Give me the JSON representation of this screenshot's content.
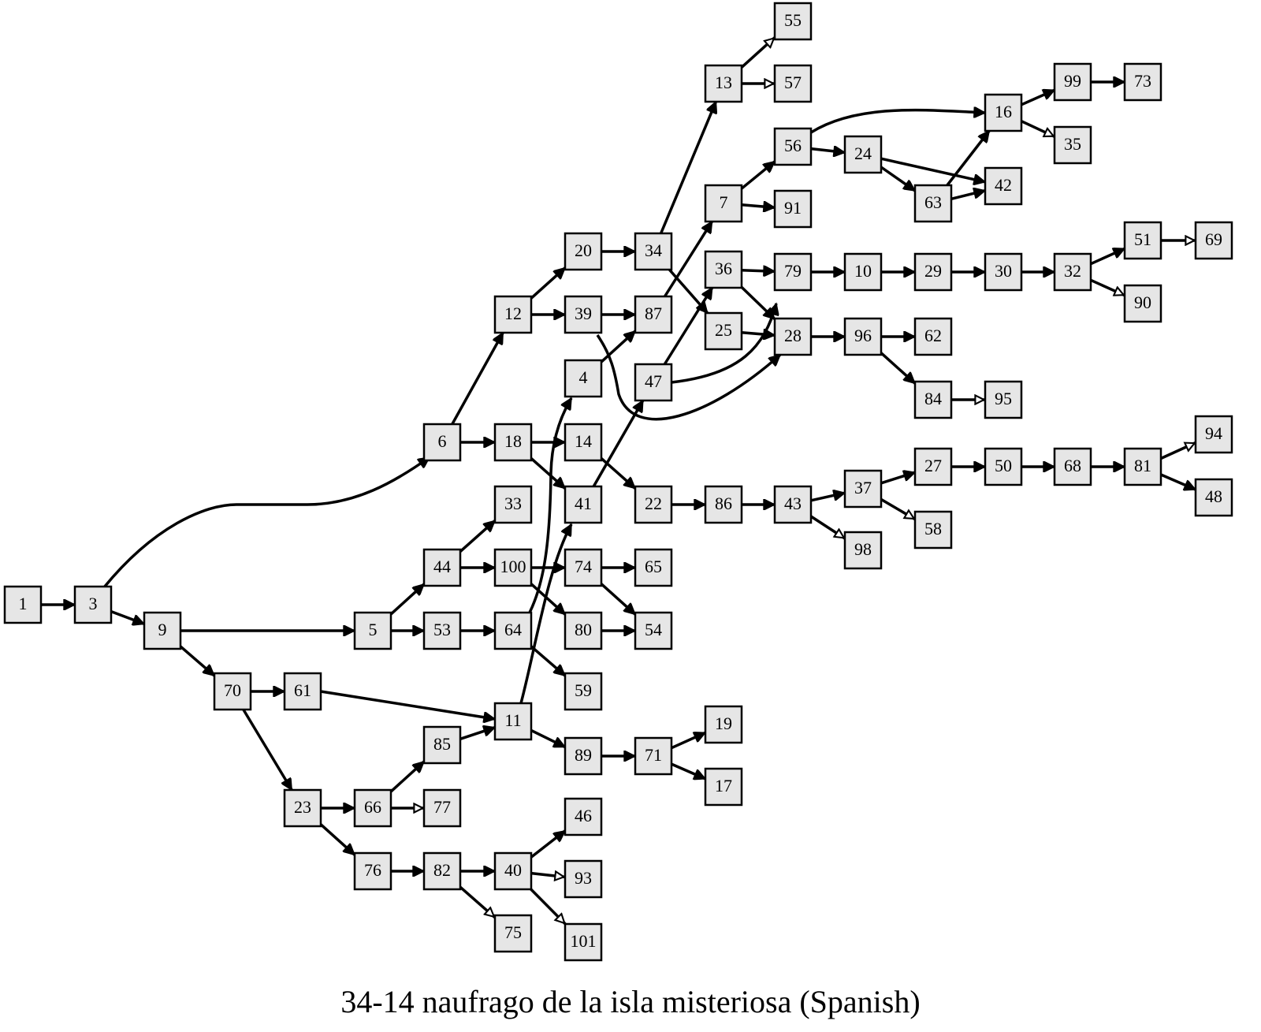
{
  "caption": "34-14 naufrago de la isla misteriosa (Spanish)",
  "colors": {
    "node_fill": "#e6e6e6",
    "stroke": "#000000",
    "open_arrow_fill": "#ffffff"
  },
  "nodes": [
    "1",
    "3",
    "9",
    "6",
    "70",
    "5",
    "61",
    "23",
    "12",
    "18",
    "44",
    "53",
    "66",
    "76",
    "20",
    "39",
    "14",
    "41",
    "33",
    "100",
    "64",
    "85",
    "82",
    "11",
    "77",
    "4",
    "34",
    "87",
    "22",
    "74",
    "80",
    "59",
    "89",
    "40",
    "13",
    "7",
    "47",
    "86",
    "65",
    "54",
    "71",
    "46",
    "93",
    "101",
    "55",
    "57",
    "56",
    "91",
    "36",
    "25",
    "43",
    "19",
    "17",
    "24",
    "79",
    "28",
    "37",
    "98",
    "63",
    "10",
    "96",
    "27",
    "58",
    "16",
    "42",
    "29",
    "62",
    "84",
    "50",
    "99",
    "35",
    "30",
    "95",
    "68",
    "73",
    "32",
    "81",
    "51",
    "90",
    "94",
    "48",
    "69",
    "75"
  ],
  "edges": [
    {
      "from": "1",
      "to": "3",
      "head": "filled"
    },
    {
      "from": "3",
      "to": "6",
      "head": "filled"
    },
    {
      "from": "3",
      "to": "9",
      "head": "filled"
    },
    {
      "from": "9",
      "to": "5",
      "head": "filled"
    },
    {
      "from": "9",
      "to": "70",
      "head": "filled"
    },
    {
      "from": "6",
      "to": "12",
      "head": "filled"
    },
    {
      "from": "6",
      "to": "18",
      "head": "filled"
    },
    {
      "from": "70",
      "to": "61",
      "head": "filled"
    },
    {
      "from": "70",
      "to": "23",
      "head": "filled"
    },
    {
      "from": "5",
      "to": "44",
      "head": "filled"
    },
    {
      "from": "5",
      "to": "53",
      "head": "filled"
    },
    {
      "from": "61",
      "to": "11",
      "head": "filled"
    },
    {
      "from": "23",
      "to": "66",
      "head": "filled"
    },
    {
      "from": "23",
      "to": "76",
      "head": "filled"
    },
    {
      "from": "12",
      "to": "20",
      "head": "filled"
    },
    {
      "from": "12",
      "to": "39",
      "head": "filled"
    },
    {
      "from": "18",
      "to": "14",
      "head": "filled"
    },
    {
      "from": "18",
      "to": "41",
      "head": "filled"
    },
    {
      "from": "44",
      "to": "33",
      "head": "filled"
    },
    {
      "from": "44",
      "to": "100",
      "head": "filled"
    },
    {
      "from": "53",
      "to": "64",
      "head": "filled"
    },
    {
      "from": "66",
      "to": "85",
      "head": "filled"
    },
    {
      "from": "66",
      "to": "77",
      "head": "open"
    },
    {
      "from": "76",
      "to": "82",
      "head": "filled"
    },
    {
      "from": "20",
      "to": "34",
      "head": "filled"
    },
    {
      "from": "39",
      "to": "87",
      "head": "filled"
    },
    {
      "from": "39",
      "to": "28",
      "head": "filled"
    },
    {
      "from": "14",
      "to": "22",
      "head": "filled"
    },
    {
      "from": "41",
      "to": "47",
      "head": "filled"
    },
    {
      "from": "100",
      "to": "74",
      "head": "filled"
    },
    {
      "from": "100",
      "to": "80",
      "head": "filled"
    },
    {
      "from": "64",
      "to": "4",
      "head": "filled"
    },
    {
      "from": "64",
      "to": "59",
      "head": "filled"
    },
    {
      "from": "85",
      "to": "11",
      "head": "filled"
    },
    {
      "from": "82",
      "to": "40",
      "head": "filled"
    },
    {
      "from": "82",
      "to": "75",
      "head": "open"
    },
    {
      "from": "11",
      "to": "41",
      "head": "filled"
    },
    {
      "from": "11",
      "to": "89",
      "head": "filled"
    },
    {
      "from": "4",
      "to": "87",
      "head": "filled"
    },
    {
      "from": "34",
      "to": "13",
      "head": "filled"
    },
    {
      "from": "34",
      "to": "25",
      "head": "filled"
    },
    {
      "from": "87",
      "to": "7",
      "head": "filled"
    },
    {
      "from": "22",
      "to": "86",
      "head": "filled"
    },
    {
      "from": "74",
      "to": "65",
      "head": "filled"
    },
    {
      "from": "74",
      "to": "54",
      "head": "filled"
    },
    {
      "from": "80",
      "to": "54",
      "head": "filled"
    },
    {
      "from": "89",
      "to": "71",
      "head": "filled"
    },
    {
      "from": "40",
      "to": "46",
      "head": "filled"
    },
    {
      "from": "40",
      "to": "93",
      "head": "open"
    },
    {
      "from": "40",
      "to": "101",
      "head": "open"
    },
    {
      "from": "13",
      "to": "55",
      "head": "open"
    },
    {
      "from": "13",
      "to": "57",
      "head": "open"
    },
    {
      "from": "7",
      "to": "56",
      "head": "filled"
    },
    {
      "from": "7",
      "to": "91",
      "head": "filled"
    },
    {
      "from": "47",
      "to": "36",
      "head": "filled"
    },
    {
      "from": "47",
      "to": "79",
      "head": "filled"
    },
    {
      "from": "86",
      "to": "43",
      "head": "filled"
    },
    {
      "from": "71",
      "to": "19",
      "head": "filled"
    },
    {
      "from": "71",
      "to": "17",
      "head": "filled"
    },
    {
      "from": "56",
      "to": "16",
      "head": "filled"
    },
    {
      "from": "56",
      "to": "24",
      "head": "filled"
    },
    {
      "from": "36",
      "to": "79",
      "head": "filled"
    },
    {
      "from": "36",
      "to": "28",
      "head": "filled"
    },
    {
      "from": "25",
      "to": "28",
      "head": "filled"
    },
    {
      "from": "43",
      "to": "37",
      "head": "filled"
    },
    {
      "from": "43",
      "to": "98",
      "head": "open"
    },
    {
      "from": "24",
      "to": "42",
      "head": "filled"
    },
    {
      "from": "24",
      "to": "63",
      "head": "filled"
    },
    {
      "from": "79",
      "to": "10",
      "head": "filled"
    },
    {
      "from": "28",
      "to": "96",
      "head": "filled"
    },
    {
      "from": "37",
      "to": "27",
      "head": "filled"
    },
    {
      "from": "37",
      "to": "58",
      "head": "open"
    },
    {
      "from": "63",
      "to": "16",
      "head": "filled"
    },
    {
      "from": "63",
      "to": "42",
      "head": "filled"
    },
    {
      "from": "10",
      "to": "29",
      "head": "filled"
    },
    {
      "from": "96",
      "to": "62",
      "head": "filled"
    },
    {
      "from": "96",
      "to": "84",
      "head": "filled"
    },
    {
      "from": "27",
      "to": "50",
      "head": "filled"
    },
    {
      "from": "16",
      "to": "99",
      "head": "filled"
    },
    {
      "from": "16",
      "to": "35",
      "head": "open"
    },
    {
      "from": "29",
      "to": "30",
      "head": "filled"
    },
    {
      "from": "84",
      "to": "95",
      "head": "open"
    },
    {
      "from": "50",
      "to": "68",
      "head": "filled"
    },
    {
      "from": "99",
      "to": "73",
      "head": "filled"
    },
    {
      "from": "30",
      "to": "32",
      "head": "filled"
    },
    {
      "from": "68",
      "to": "81",
      "head": "filled"
    },
    {
      "from": "32",
      "to": "51",
      "head": "filled"
    },
    {
      "from": "32",
      "to": "90",
      "head": "open"
    },
    {
      "from": "81",
      "to": "94",
      "head": "open"
    },
    {
      "from": "81",
      "to": "48",
      "head": "filled"
    },
    {
      "from": "51",
      "to": "69",
      "head": "open"
    }
  ]
}
